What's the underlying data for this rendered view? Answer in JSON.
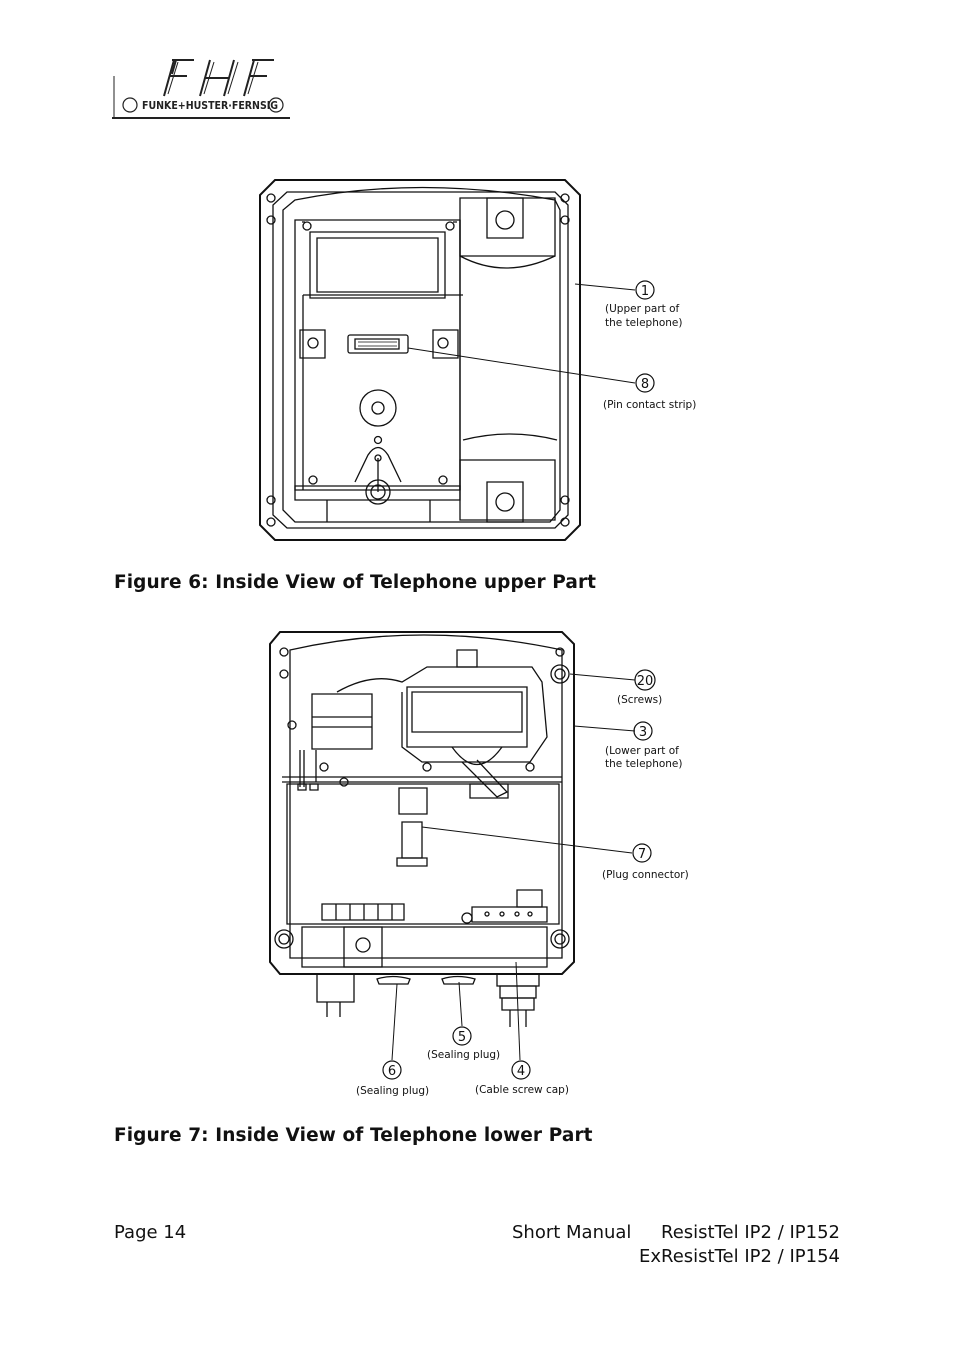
{
  "header": {
    "logo_mark": "FHF",
    "logo_text": "FUNKE+HUSTER·FERNSIG"
  },
  "figure6": {
    "caption": "Figure 6: Inside View of Telephone upper Part",
    "callouts": [
      {
        "num": "1",
        "line1": "(Upper part of",
        "line2": "the telephone)"
      },
      {
        "num": "8",
        "line1": "(Pin contact strip)",
        "line2": ""
      }
    ]
  },
  "figure7": {
    "caption": "Figure 7: Inside View of Telephone lower Part",
    "callouts": [
      {
        "num": "20",
        "line1": "(Screws)",
        "line2": ""
      },
      {
        "num": "3",
        "line1": "(Lower part of",
        "line2": "the telephone)"
      },
      {
        "num": "7",
        "line1": "(Plug connector)",
        "line2": ""
      },
      {
        "num": "5",
        "line1": "(Sealing plug)",
        "line2": ""
      },
      {
        "num": "6",
        "line1": "(Sealing plug)",
        "line2": ""
      },
      {
        "num": "4",
        "line1": "(Cable screw cap)",
        "line2": ""
      }
    ]
  },
  "footer": {
    "page": "Page 14",
    "manual": "Short Manual",
    "product1": "ResistTel IP2 / IP152",
    "product2": "ExResistTel IP2 / IP154"
  }
}
